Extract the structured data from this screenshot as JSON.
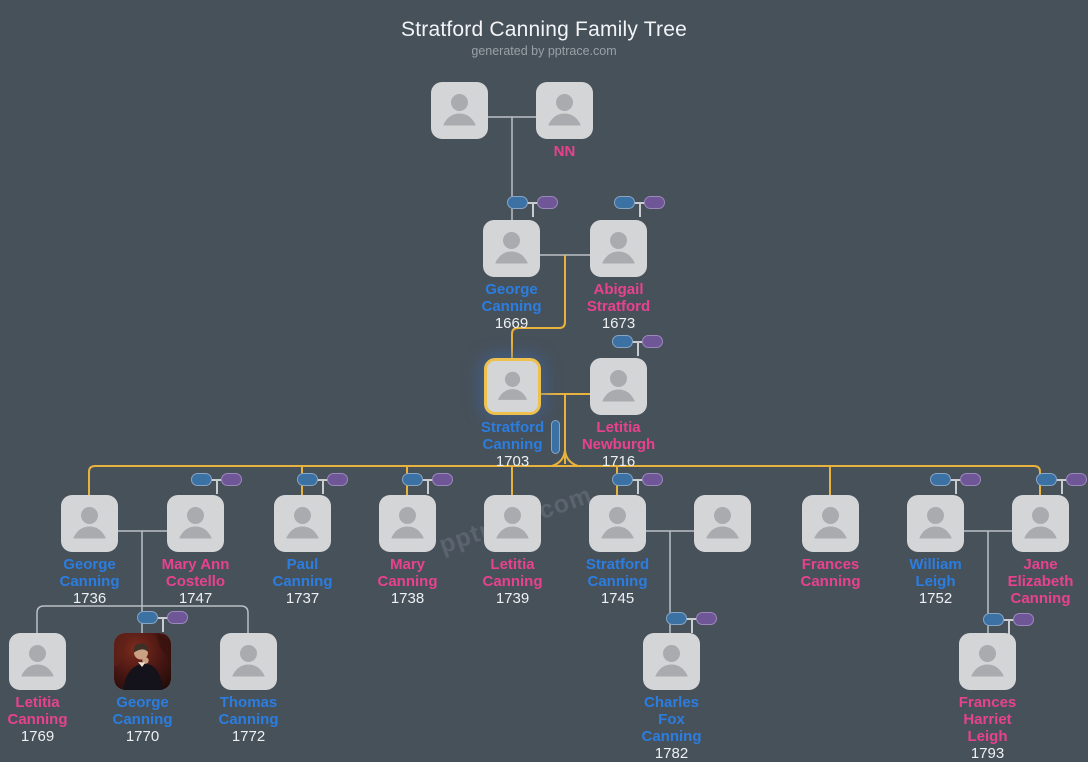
{
  "header": {
    "title": "Stratford Canning Family Tree",
    "subtitle": "generated by pptrace.com"
  },
  "watermark": "pptrace.com",
  "selected_person": "stratford-canning-1703",
  "theme": {
    "background": "#47515a",
    "card": "#d4d5d7",
    "silhouette": "#aaabae",
    "line_gray": "#c9cdd2",
    "line_highlight": "#e8b23c",
    "male_name": "#2b7de0",
    "female_name": "#e8428f",
    "year_text": "#eef0f2",
    "toggle_blue": "#3c71a4",
    "toggle_purple": "#6f5697",
    "selected_border": "#eec04e"
  },
  "people": [
    {
      "id": "ancestor-unknown-1",
      "name": "",
      "year": "",
      "sex": "u"
    },
    {
      "id": "nn",
      "name": "NN",
      "year": "",
      "sex": "f"
    },
    {
      "id": "george-canning-1669",
      "name": "George\nCanning",
      "year": "1669",
      "sex": "m"
    },
    {
      "id": "abigail-stratford-1673",
      "name": "Abigail\nStratford",
      "year": "1673",
      "sex": "f"
    },
    {
      "id": "stratford-canning-1703",
      "name": "Stratford\nCanning",
      "year": "1703",
      "sex": "m",
      "selected": true
    },
    {
      "id": "letitia-newburgh-1716",
      "name": "Letitia\nNewburgh",
      "year": "1716",
      "sex": "f"
    },
    {
      "id": "george-canning-1736",
      "name": "George\nCanning",
      "year": "1736",
      "sex": "m"
    },
    {
      "id": "mary-ann-costello-1747",
      "name": "Mary Ann\nCostello",
      "year": "1747",
      "sex": "f"
    },
    {
      "id": "paul-canning-1737",
      "name": "Paul\nCanning",
      "year": "1737",
      "sex": "m"
    },
    {
      "id": "mary-canning-1738",
      "name": "Mary\nCanning",
      "year": "1738",
      "sex": "f"
    },
    {
      "id": "letitia-canning-1739",
      "name": "Letitia\nCanning",
      "year": "1739",
      "sex": "f"
    },
    {
      "id": "stratford-canning-1745",
      "name": "Stratford\nCanning",
      "year": "1745",
      "sex": "m"
    },
    {
      "id": "spouse-unknown-1",
      "name": "",
      "year": "",
      "sex": "u"
    },
    {
      "id": "frances-canning",
      "name": "Frances\nCanning",
      "year": "",
      "sex": "f"
    },
    {
      "id": "william-leigh-1752",
      "name": "William\nLeigh",
      "year": "1752",
      "sex": "m"
    },
    {
      "id": "jane-elizabeth-canning",
      "name": "Jane\nElizabeth\nCanning",
      "year": "",
      "sex": "f"
    },
    {
      "id": "letitia-canning-1769",
      "name": "Letitia\nCanning",
      "year": "1769",
      "sex": "f"
    },
    {
      "id": "george-canning-1770",
      "name": "George\nCanning",
      "year": "1770",
      "sex": "m",
      "portrait": true
    },
    {
      "id": "thomas-canning-1772",
      "name": "Thomas\nCanning",
      "year": "1772",
      "sex": "m"
    },
    {
      "id": "charles-fox-canning-1782",
      "name": "Charles\nFox\nCanning",
      "year": "1782",
      "sex": "m"
    },
    {
      "id": "frances-harriet-leigh-1793",
      "name": "Frances\nHarriet\nLeigh",
      "year": "1793",
      "sex": "f"
    }
  ]
}
